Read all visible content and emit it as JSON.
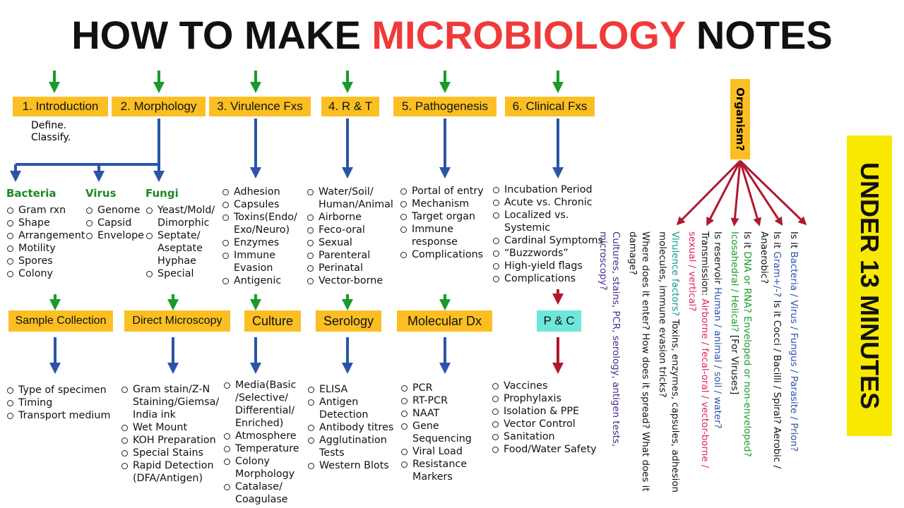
{
  "title": {
    "part1": "HOW TO MAKE ",
    "highlight": "MICROBIOLOGY",
    "part2": " NOTES"
  },
  "colors": {
    "box": "#fbbf24",
    "highlight": "#f03a3a",
    "green_arrow": "#1a9a2a",
    "blue_arrow": "#2b54a8",
    "red_arrow": "#b0182e",
    "pc_box": "#6fe6da",
    "badge": "#f7ea00"
  },
  "row1": [
    {
      "label": "1. Introduction",
      "items": [
        "Define.",
        "Classify."
      ]
    },
    {
      "label": "2. Morphology",
      "groups": [
        {
          "name": "Bacteria",
          "items": [
            "Gram rxn",
            "Shape",
            "Arrangement",
            "Motility",
            "Spores",
            "Colony"
          ]
        },
        {
          "name": "Virus",
          "items": [
            "Genome",
            "Capsid",
            "Envelope"
          ]
        },
        {
          "name": "Fungi",
          "items": [
            "Yeast/Mold/ Dimorphic",
            "Septate/ Aseptate Hyphae",
            "Special"
          ]
        }
      ]
    },
    {
      "label": "3. Virulence Fxs",
      "items": [
        "Adhesion",
        "Capsules",
        "Toxins(Endo/ Exo/Neuro)",
        "Enzymes",
        "Immune Evasion",
        "Antigenic"
      ]
    },
    {
      "label": "4. R & T",
      "items": [
        "Water/Soil/ Human/Animal",
        "Airborne",
        "Feco-oral",
        "Sexual",
        "Parenteral",
        "Perinatal",
        "Vector-borne"
      ]
    },
    {
      "label": "5. Pathogenesis",
      "items": [
        "Portal of entry",
        "Mechanism",
        "Target organ",
        "Immune response",
        "Complications"
      ]
    },
    {
      "label": "6. Clinical Fxs",
      "items": [
        "Incubation Period",
        "Acute vs. Chronic",
        "Localized vs. Systemic",
        "Cardinal Symptoms",
        "“Buzzwords”",
        "High-yield flags",
        "Complications"
      ]
    }
  ],
  "row2": [
    {
      "label": "Sample Collection",
      "items": [
        "Type of specimen",
        "Timing",
        "Transport medium"
      ]
    },
    {
      "label": "Direct Microscopy",
      "items": [
        "Gram stain/Z-N Staining/Giemsa/ India ink",
        "Wet Mount",
        "KOH Preparation",
        "Special Stains",
        "Rapid Detection (DFA/Antigen)"
      ]
    },
    {
      "label": "Culture",
      "items": [
        "Media(Basic /Selective/ Differential/ Enriched)",
        "Atmosphere",
        "Temperature",
        "Colony Morphology",
        "Catalase/ Coagulase"
      ]
    },
    {
      "label": "Serology",
      "items": [
        "ELISA",
        "Antigen Detection",
        "Antibody titres",
        "Agglutination Tests",
        "Western Blots"
      ]
    },
    {
      "label": "Molecular Dx",
      "items": [
        "PCR",
        "RT-PCR",
        "NAAT",
        "Gene Sequencing",
        "Viral Load",
        "Resistance Markers"
      ]
    },
    {
      "label": "P & C",
      "items": [
        "Vaccines",
        "Prophylaxis",
        "Isolation & PPE",
        "Vector Control",
        "Sanitation",
        "Food/Water Safety"
      ]
    }
  ],
  "organism": {
    "label": "Organism?",
    "q1": {
      "a": "Is it ",
      "b": "Bacteria / Virus / Fungus / Parasite / Prion?"
    },
    "q2": {
      "a": "Is it ",
      "b": "Gram+/-?",
      "c": " Is it Cocci / Bacilli / Spiral? Aerobic / Anaerobic?"
    },
    "q3": {
      "a": "Is it ",
      "b": "DNA or RNA? Enveloped or non-enveloped? Icosahedral / Helical?",
      "c": " [For Viruses]"
    },
    "q4": {
      "a": "Is reservoir ",
      "b": "Human / animal / soil / water?",
      "c": " Transmission: ",
      "d": "Airborne / fecal-oral / vector-borne / sexual / vertical?"
    },
    "q5": {
      "a": "Virulence factors?",
      "b": " Toxins, enzymes, capsules, adhesion molecules, immune evasion tricks?"
    },
    "q6": "Where does it enter? How does it spread? What does it damage?",
    "q7": "Cultures, stains, PCR, serology, antigen tests, microscopy?"
  },
  "badge": "UNDER 13 MINUTES"
}
